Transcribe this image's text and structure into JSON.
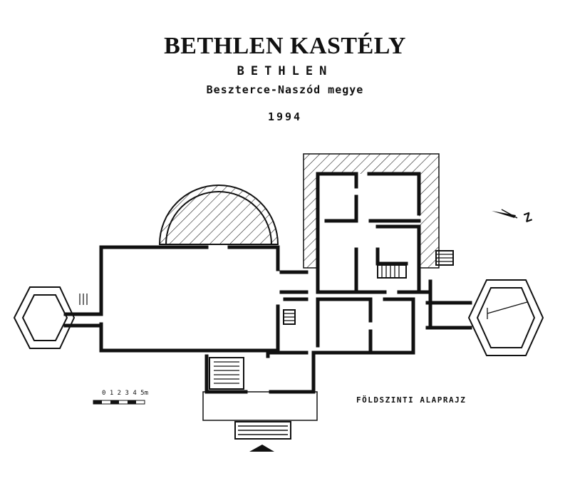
{
  "header": {
    "title": "BETHLEN KASTÉLY",
    "place": "BETHLEN",
    "county": "Beszterce-Naszód megye",
    "year": "1994"
  },
  "plan": {
    "floor_label": "FÖLDSZINTI ALAPRAJZ",
    "scale_label": "0 1 2 3 4 5m",
    "north_label": "Z"
  }
}
